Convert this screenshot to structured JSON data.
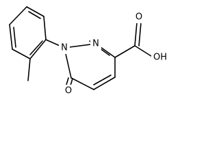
{
  "molecule": {
    "atoms": {
      "n1": "N",
      "n2": "N",
      "o_ketone": "O",
      "o_carbonyl": "O",
      "oh": "OH"
    }
  }
}
